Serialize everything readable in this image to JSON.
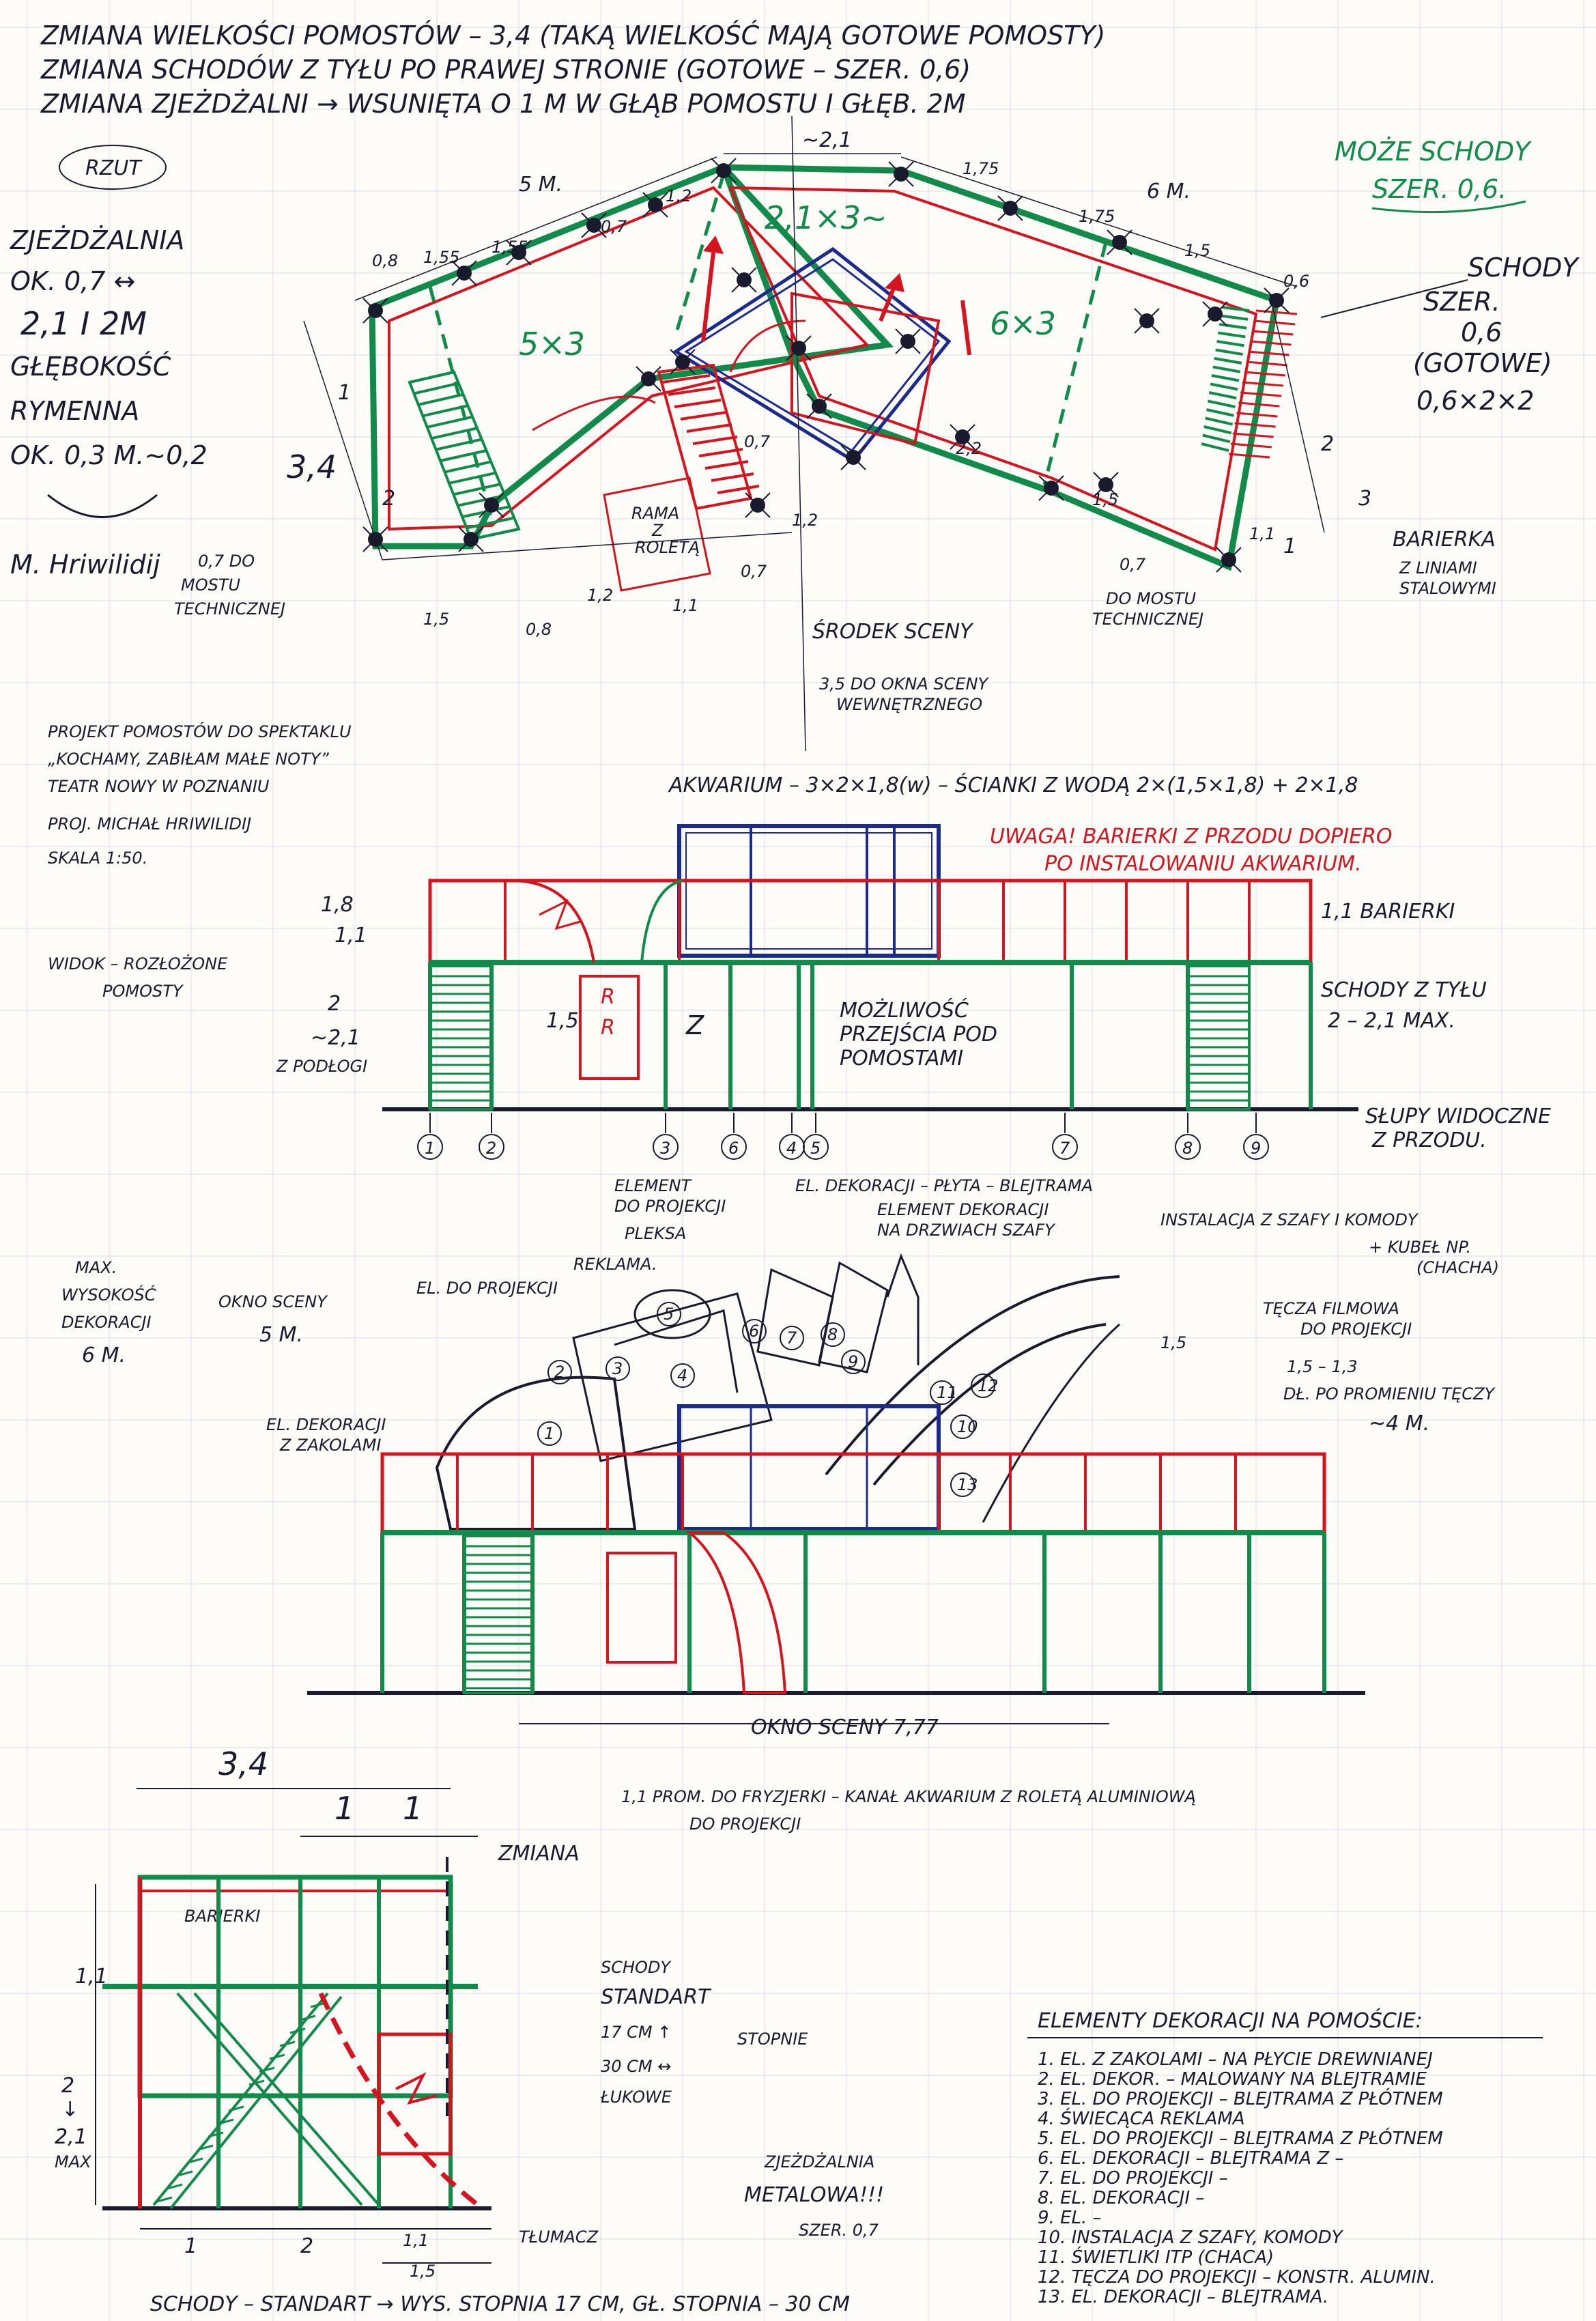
{
  "header": {
    "line1": "ZMIANA WIELKOŚCI POMOSTÓW – 3,4 (TAKĄ WIELKOŚĆ MAJĄ GOTOWE POMOSTY)",
    "line2": "ZMIANA SCHODÓW Z TYŁU PO PRAWEJ STRONIE (GOTOWE – SZER. 0,6)",
    "line3": "ZMIANA ZJEŻDŻALNI → WSUNIĘTA O 1 M W GŁĄB POMOSTU I GŁĘB. 2M"
  },
  "plan": {
    "rzut_label": "RZUT",
    "left_note": [
      "ZJEŻDŻALNIA",
      "OK. 0,7 ↔",
      "2,1 I 2M",
      "GŁĘBOKOŚĆ",
      "RYMENNA",
      "OK. 0,3 M.~0,2"
    ],
    "author": "M. Hriwilidij",
    "green_note": [
      "MOŻE SCHODY",
      "SZER. 0,6."
    ],
    "schody_note": [
      "SCHODY",
      "SZER.",
      "0,6",
      "(GOTOWE)",
      "0,6×2×2"
    ],
    "module_5x3": "5×3",
    "module_21x3": "2,1×3~",
    "module_6x3": "6×3",
    "ramp_box": [
      "RAMA",
      "Z",
      "ROLETĄ"
    ],
    "dims": {
      "d_5m": "5 M.",
      "d_6m": "6 M.",
      "d_21_top": "~2,1",
      "d_34": "3,4",
      "d_08": "0,8",
      "d_155": "1,55",
      "d_07a": "0,7",
      "d_12a": "1,2",
      "d_175": "1,75",
      "d_15": "1,5",
      "d_06": "0,6",
      "d_2": "2",
      "d_3": "3",
      "d_1": "1",
      "d_11": "1,1",
      "d_07b": "0,7",
      "d_22": "2,2",
      "d_12b": "1,2",
      "d_15b": "1,5"
    },
    "note_bottom_left": [
      "0,7 DO",
      "MOSTU",
      "TECHNICZNEJ"
    ],
    "note_bottom_right": [
      "0,7",
      "DO MOSTU",
      "TECHNICZNEJ"
    ],
    "barierka_note": [
      "BARIERKA",
      "Z LINIAMI",
      "STALOWYMI"
    ],
    "srodek_sceny": "ŚRODEK SCENY",
    "distance_note": [
      "3,5 DO OKNA SCENY",
      "WEWNĘTRZNEGO"
    ]
  },
  "elevation": {
    "project_title": [
      "PROJEKT POMOSTÓW DO SPEKTAKLU",
      "„KOCHAMY, ZABIŁAM MAŁE NOTY”",
      "TEATR NOWY W POZNANIU",
      "PROJ. MICHAŁ HRIWILIDIJ",
      "SKALA 1:50."
    ],
    "aquarium_note": "AKWARIUM – 3×2×1,8(w) – ŚCIANKI Z WODĄ 2×(1,5×1,8) + 2×1,8",
    "warning": [
      "UWAGA! BARIERKI Z PRZODU DOPIERO",
      "PO INSTALOWANIU AKWARIUM."
    ],
    "left_note": [
      "WIDOK – ROZŁOŻONE",
      "POMOSTY"
    ],
    "d_18": "1,8",
    "d_11": "1,1",
    "d_2": "2",
    "d_21": "~2,1",
    "z_podlogi": "Z PODŁOGI",
    "d_15": "1,5",
    "rr": [
      "R",
      "R"
    ],
    "z": "Z",
    "mozliwosc": [
      "MOŻLIWOŚĆ",
      "PRZEJŚCIA POD",
      "POMOSTAMI"
    ],
    "barierki": "1,1 BARIERKI",
    "schody_z_tylu": [
      "SCHODY Z TYŁU",
      "2 – 2,1 MAX."
    ],
    "slupy": [
      "SŁUPY WIDOCZNE",
      "Z PRZODU."
    ],
    "markers": [
      "1",
      "2",
      "3",
      "6",
      "4",
      "5",
      "7",
      "8",
      "9"
    ]
  },
  "decor": {
    "max_note": [
      "MAX.",
      "WYSOKOŚĆ",
      "DEKORACJI",
      "6 M."
    ],
    "okno_sceny": [
      "OKNO SCENY",
      "5 M."
    ],
    "el_do_projekcji": "EL. DO PROJEKCJI",
    "el_dekoracji_left": [
      "EL. DEKORACJI",
      "Z ZAKOLAMI"
    ],
    "element_do_projekcji": [
      "ELEMENT",
      "DO PROJEKCJI"
    ],
    "pleksa": "PLEKSA",
    "reklama": "REKLAMA.",
    "el_dekoracji_top": "EL. DEKORACJI – PŁYTA – BLEJTRAMA",
    "element_dekoracji": [
      "ELEMENT DEKORACJI",
      "NA DRZWIACH SZAFY"
    ],
    "instalacja": [
      "INSTALACJA Z SZAFY I KOMODY",
      "+ KUBEŁ NP.",
      "(CHACHA)"
    ],
    "tecza": [
      "TĘCZA FILMOWA",
      "DO PROJEKCJI"
    ],
    "d_15": "1,5",
    "d_1513": "1,5 – 1,3",
    "dl_note": "DŁ. PO PROMIENIU TĘCZY",
    "d_4m": "~4 M.",
    "circled": [
      "1",
      "2",
      "3",
      "4",
      "5",
      "6",
      "7",
      "8",
      "9",
      "10",
      "11",
      "12",
      "13"
    ],
    "okno_sceny_777": "OKNO SCENY 7,77"
  },
  "section": {
    "d_34": "3,4",
    "d_1a": "1",
    "d_1b": "1",
    "zmiana": "ZMIANA",
    "barierki": "BARIERKI",
    "d_11": "1,1",
    "d_2": [
      "2",
      "↓",
      "2,1",
      "MAX"
    ],
    "d_1c": "1",
    "d_2b": "2",
    "d_11b": "1,1",
    "d_15": "1,5",
    "tlumacz": "TŁUMACZ",
    "schody_standard": [
      "SCHODY",
      "STANDART"
    ],
    "stopnie": [
      "17 CM ↑",
      "STOPNIE",
      "30 CM ↔",
      "ŁUKOWE"
    ],
    "zjezdzalnia": [
      "ZJEŻDŻALNIA",
      "METALOWA!!!",
      "SZER. 0,7"
    ],
    "prom_note": [
      "1,1 PROM. DO FRYZJERKI – KANAŁ AKWARIUM Z ROLETĄ ALUMINIOWĄ",
      "DO PROJEKCJI"
    ],
    "footer": "SCHODY – STANDART → WYS. STOPNIA 17 CM, GŁ. STOPNIA – 30 CM"
  },
  "elements_list": {
    "title": "ELEMENTY DEKORACJI NA POMOŚCIE:",
    "items": [
      "1. EL. Z ZAKOLAMI – NA PŁYCIE DREWNIANEJ",
      "2. EL. DEKOR. – MALOWANY NA BLEJTRAMIE",
      "3. EL. DO PROJEKCJI – BLEJTRAMA Z PŁÓTNEM",
      "4. ŚWIECĄCA REKLAMA",
      "5. EL. DO PROJEKCJI – BLEJTRAMA Z PŁÓTNEM",
      "6. EL. DEKORACJI – BLEJTRAMA Z –",
      "7. EL. DO PROJEKCJI –",
      "8. EL. DEKORACJI –",
      "9. EL. –",
      "10. INSTALACJA Z SZAFY, KOMODY",
      "11. ŚWIETLIKI ITP (CHACA)",
      "12. TĘCZA DO PROJEKCJI – KONSTR. ALUMIN.",
      "13. EL. DEKORACJI – BLEJTRAMA."
    ]
  },
  "colors": {
    "ink": "#1a1a2e",
    "red": "#d4141e",
    "green": "#128a4a",
    "blue": "#1c2a8c",
    "grid": "#d9dde6"
  }
}
